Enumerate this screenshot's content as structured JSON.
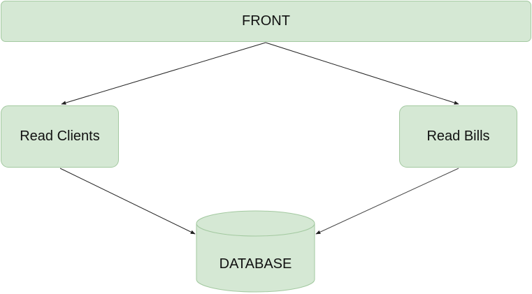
{
  "diagram": {
    "nodes": {
      "front": {
        "label": "FRONT"
      },
      "read_clients": {
        "label": "Read Clients"
      },
      "read_bills": {
        "label": "Read Bills"
      },
      "database": {
        "label": "DATABASE"
      }
    },
    "edges": [
      {
        "from": "front",
        "to": "read_clients"
      },
      {
        "from": "front",
        "to": "read_bills"
      },
      {
        "from": "read_clients",
        "to": "database"
      },
      {
        "from": "read_bills",
        "to": "database"
      }
    ],
    "colors": {
      "node_fill": "#d5e8d4",
      "node_border": "#a3c9a0",
      "edge_stroke": "#222222"
    }
  }
}
